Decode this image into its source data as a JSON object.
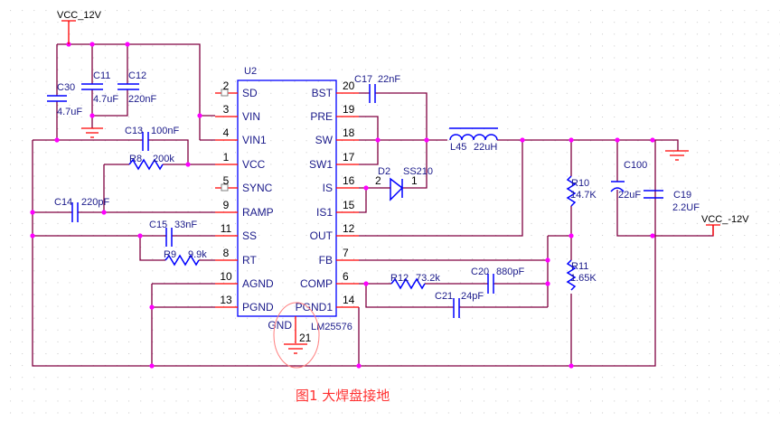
{
  "nets": {
    "vcc_pos": "VCC_12V",
    "vcc_neg": "VCC_-12V"
  },
  "chip": {
    "ref": "U2",
    "part": "LM25576",
    "gnd_pin_name": "GND",
    "gnd_pin_num": "21",
    "left_pins": [
      {
        "num": "2",
        "name": "SD"
      },
      {
        "num": "3",
        "name": "VIN"
      },
      {
        "num": "4",
        "name": "VIN1"
      },
      {
        "num": "1",
        "name": "VCC"
      },
      {
        "num": "5",
        "name": "SYNC"
      },
      {
        "num": "9",
        "name": "RAMP"
      },
      {
        "num": "11",
        "name": "SS"
      },
      {
        "num": "8",
        "name": "RT"
      },
      {
        "num": "10",
        "name": "AGND"
      },
      {
        "num": "13",
        "name": "PGND"
      }
    ],
    "right_pins": [
      {
        "num": "20",
        "name": "BST"
      },
      {
        "num": "19",
        "name": "PRE"
      },
      {
        "num": "18",
        "name": "SW"
      },
      {
        "num": "17",
        "name": "SW1"
      },
      {
        "num": "16",
        "name": "IS"
      },
      {
        "num": "15",
        "name": "IS1"
      },
      {
        "num": "12",
        "name": "OUT"
      },
      {
        "num": "7",
        "name": "FB"
      },
      {
        "num": "6",
        "name": "COMP"
      },
      {
        "num": "14",
        "name": "PGND1"
      }
    ]
  },
  "components": {
    "c30": {
      "ref": "C30",
      "value": "4.7uF"
    },
    "c11": {
      "ref": "C11",
      "value": "4.7uF"
    },
    "c12": {
      "ref": "C12",
      "value": "220nF"
    },
    "c13": {
      "ref": "C13",
      "value": "100nF"
    },
    "r8": {
      "ref": "R8",
      "value": "200k"
    },
    "c14": {
      "ref": "C14",
      "value": "220pF"
    },
    "c15": {
      "ref": "C15",
      "value": "33nF"
    },
    "r9": {
      "ref": "R9",
      "value": "9.9k"
    },
    "c17": {
      "ref": "C17",
      "value": "22nF"
    },
    "d2": {
      "ref": "D2",
      "value": "SS210",
      "pin_a": "2",
      "pin_k": "1"
    },
    "l45": {
      "ref": "L45",
      "value": "22uH"
    },
    "r12": {
      "ref": "R12",
      "value": "73.2k"
    },
    "c20": {
      "ref": "C20",
      "value": "880pF"
    },
    "c21": {
      "ref": "C21",
      "value": "24pF"
    },
    "r10": {
      "ref": "R10",
      "value": "14.7K"
    },
    "r11": {
      "ref": "R11",
      "value": "1.65K"
    },
    "c100": {
      "ref": "C100",
      "value": "22uF"
    },
    "c19": {
      "ref": "C19",
      "value": "2.2UF"
    }
  },
  "caption": "图1 大焊盘接地",
  "colors": {
    "wire": "#800040",
    "pin": "#ff0000",
    "component": "#0000ff",
    "junction": "#ff00ff",
    "highlight": "#ff6060"
  }
}
